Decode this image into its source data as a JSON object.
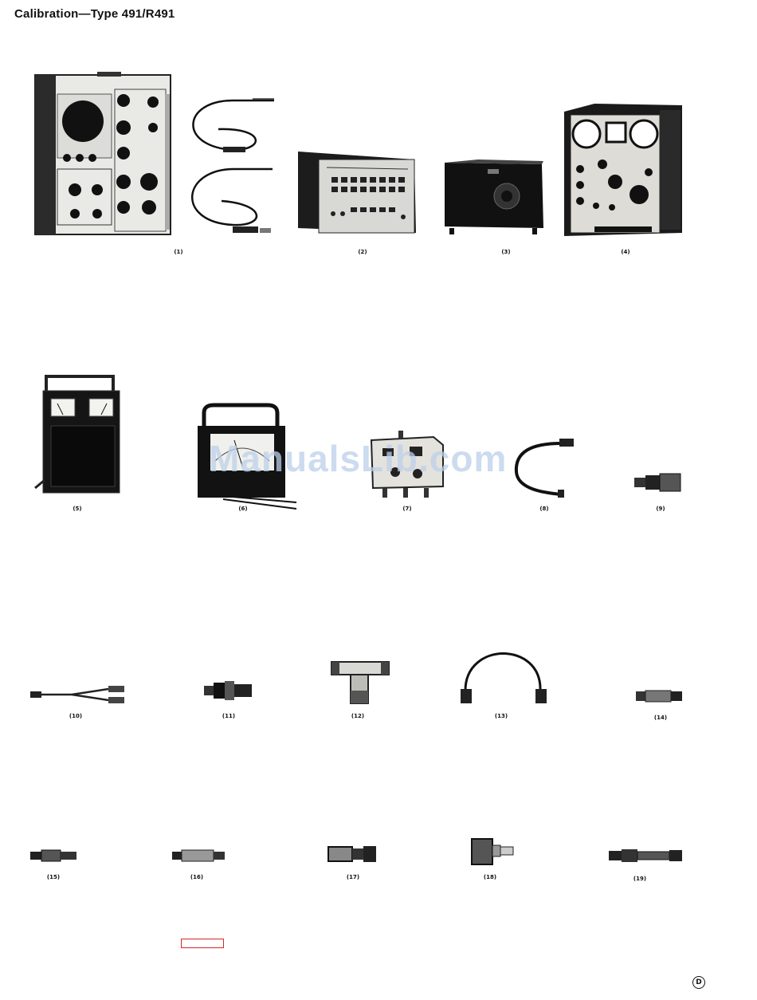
{
  "header": {
    "title": "Calibration—Type 491/R491"
  },
  "figures": [
    {
      "caption": "(1)",
      "icon": "oscilloscope-with-probes-icon"
    },
    {
      "caption": "(2)",
      "icon": "time-mark-generator-icon"
    },
    {
      "caption": "(3)",
      "icon": "signal-source-box-icon"
    },
    {
      "caption": "(4)",
      "icon": "signal-generator-icon"
    },
    {
      "caption": "(5)",
      "icon": "variable-transformer-meter-icon"
    },
    {
      "caption": "(6)",
      "icon": "multimeter-icon"
    },
    {
      "caption": "(7)",
      "icon": "test-fixture-icon"
    },
    {
      "caption": "(8)",
      "icon": "coax-cable-icon"
    },
    {
      "caption": "(9)",
      "icon": "adapter-icon"
    },
    {
      "caption": "(10)",
      "icon": "clip-lead-icon"
    },
    {
      "caption": "(11)",
      "icon": "bnc-adapter-icon"
    },
    {
      "caption": "(12)",
      "icon": "bnc-t-connector-icon"
    },
    {
      "caption": "(13)",
      "icon": "bnc-cable-icon"
    },
    {
      "caption": "(14)",
      "icon": "attenuator-icon"
    },
    {
      "caption": "(15)",
      "icon": "connector-adapter-icon"
    },
    {
      "caption": "(16)",
      "icon": "termination-icon"
    },
    {
      "caption": "(17)",
      "icon": "bnc-adapter-icon"
    },
    {
      "caption": "(18)",
      "icon": "n-to-bnc-adapter-icon"
    },
    {
      "caption": "(19)",
      "icon": "long-adapter-icon"
    }
  ],
  "watermark": "ManualsLib.com",
  "footer": {
    "revision_mark": "D"
  }
}
